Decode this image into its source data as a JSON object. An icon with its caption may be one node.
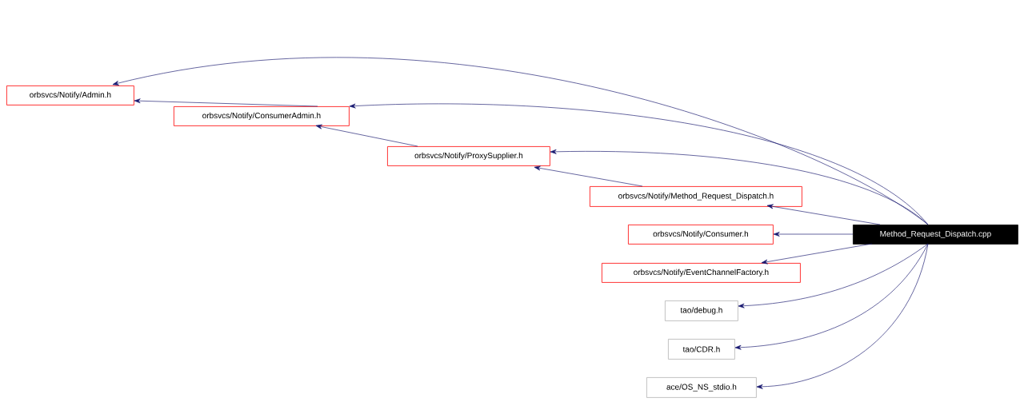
{
  "diagram": {
    "nodes": [
      {
        "text": [
          "Method_Request_Dispatch.cpp"
        ]
      },
      {
        "text": [
          "orbsvcs/Notify/Admin.h"
        ]
      },
      {
        "text": [
          "orbsvcs/Notify/ConsumerAdmin.h"
        ]
      },
      {
        "text": [
          "orbsvcs/Notify/ProxySupplier.h"
        ]
      },
      {
        "text": [
          "orbsvcs/Notify/Method_Request_Dispatch.h"
        ]
      },
      {
        "text": [
          "orbsvcs/Notify/Consumer.h"
        ]
      },
      {
        "text": [
          "orbsvcs/Notify/EventChannelFactory.h"
        ]
      },
      {
        "text": [
          "tao/debug.h"
        ]
      },
      {
        "text": [
          "tao/CDR.h"
        ]
      },
      {
        "text": [
          "ace/OS_NS_stdio.h"
        ]
      }
    ],
    "edges": [
      {
        "from": 0,
        "to": 1,
        "arrow": "to"
      },
      {
        "from": 0,
        "to": 2,
        "arrow": "to"
      },
      {
        "from": 2,
        "to": 1,
        "arrow": "to"
      },
      {
        "from": 0,
        "to": 3,
        "arrow": "to"
      },
      {
        "from": 3,
        "to": 2,
        "arrow": "to"
      },
      {
        "from": 0,
        "to": 4,
        "arrow": "to"
      },
      {
        "from": 4,
        "to": 3,
        "arrow": "to"
      },
      {
        "from": 0,
        "to": 5,
        "arrow": "to"
      },
      {
        "from": 0,
        "to": 6,
        "arrow": "to"
      },
      {
        "from": 0,
        "to": 7,
        "arrow": "to"
      },
      {
        "from": 0,
        "to": 8,
        "arrow": "to"
      },
      {
        "from": 0,
        "to": 9,
        "arrow": "to"
      }
    ]
  }
}
